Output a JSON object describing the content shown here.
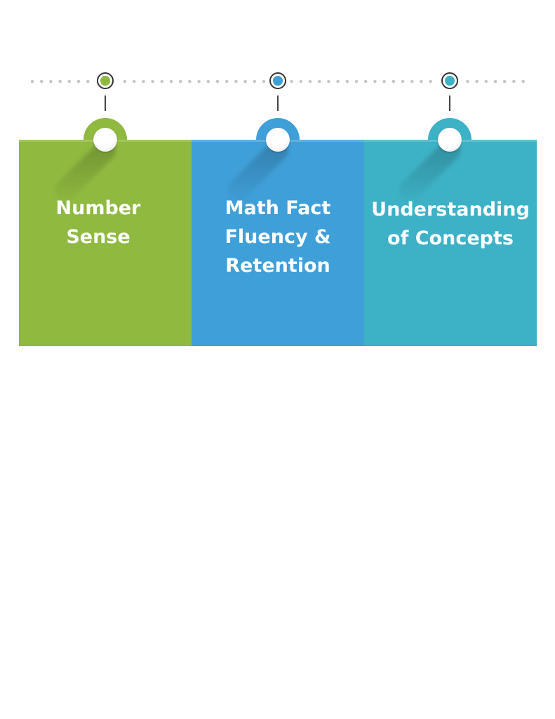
{
  "colors": {
    "green": "#8fb93f",
    "blue": "#3f9fd8",
    "teal": "#3db1c5",
    "dots": "#c8c8c8"
  },
  "steps": [
    {
      "title": "Number Sense",
      "color": "#8fb93f"
    },
    {
      "title": "Math Fact Fluency & Retention",
      "color": "#3f9fd8"
    },
    {
      "title": "Understanding of Concepts",
      "color": "#3db1c5"
    }
  ]
}
